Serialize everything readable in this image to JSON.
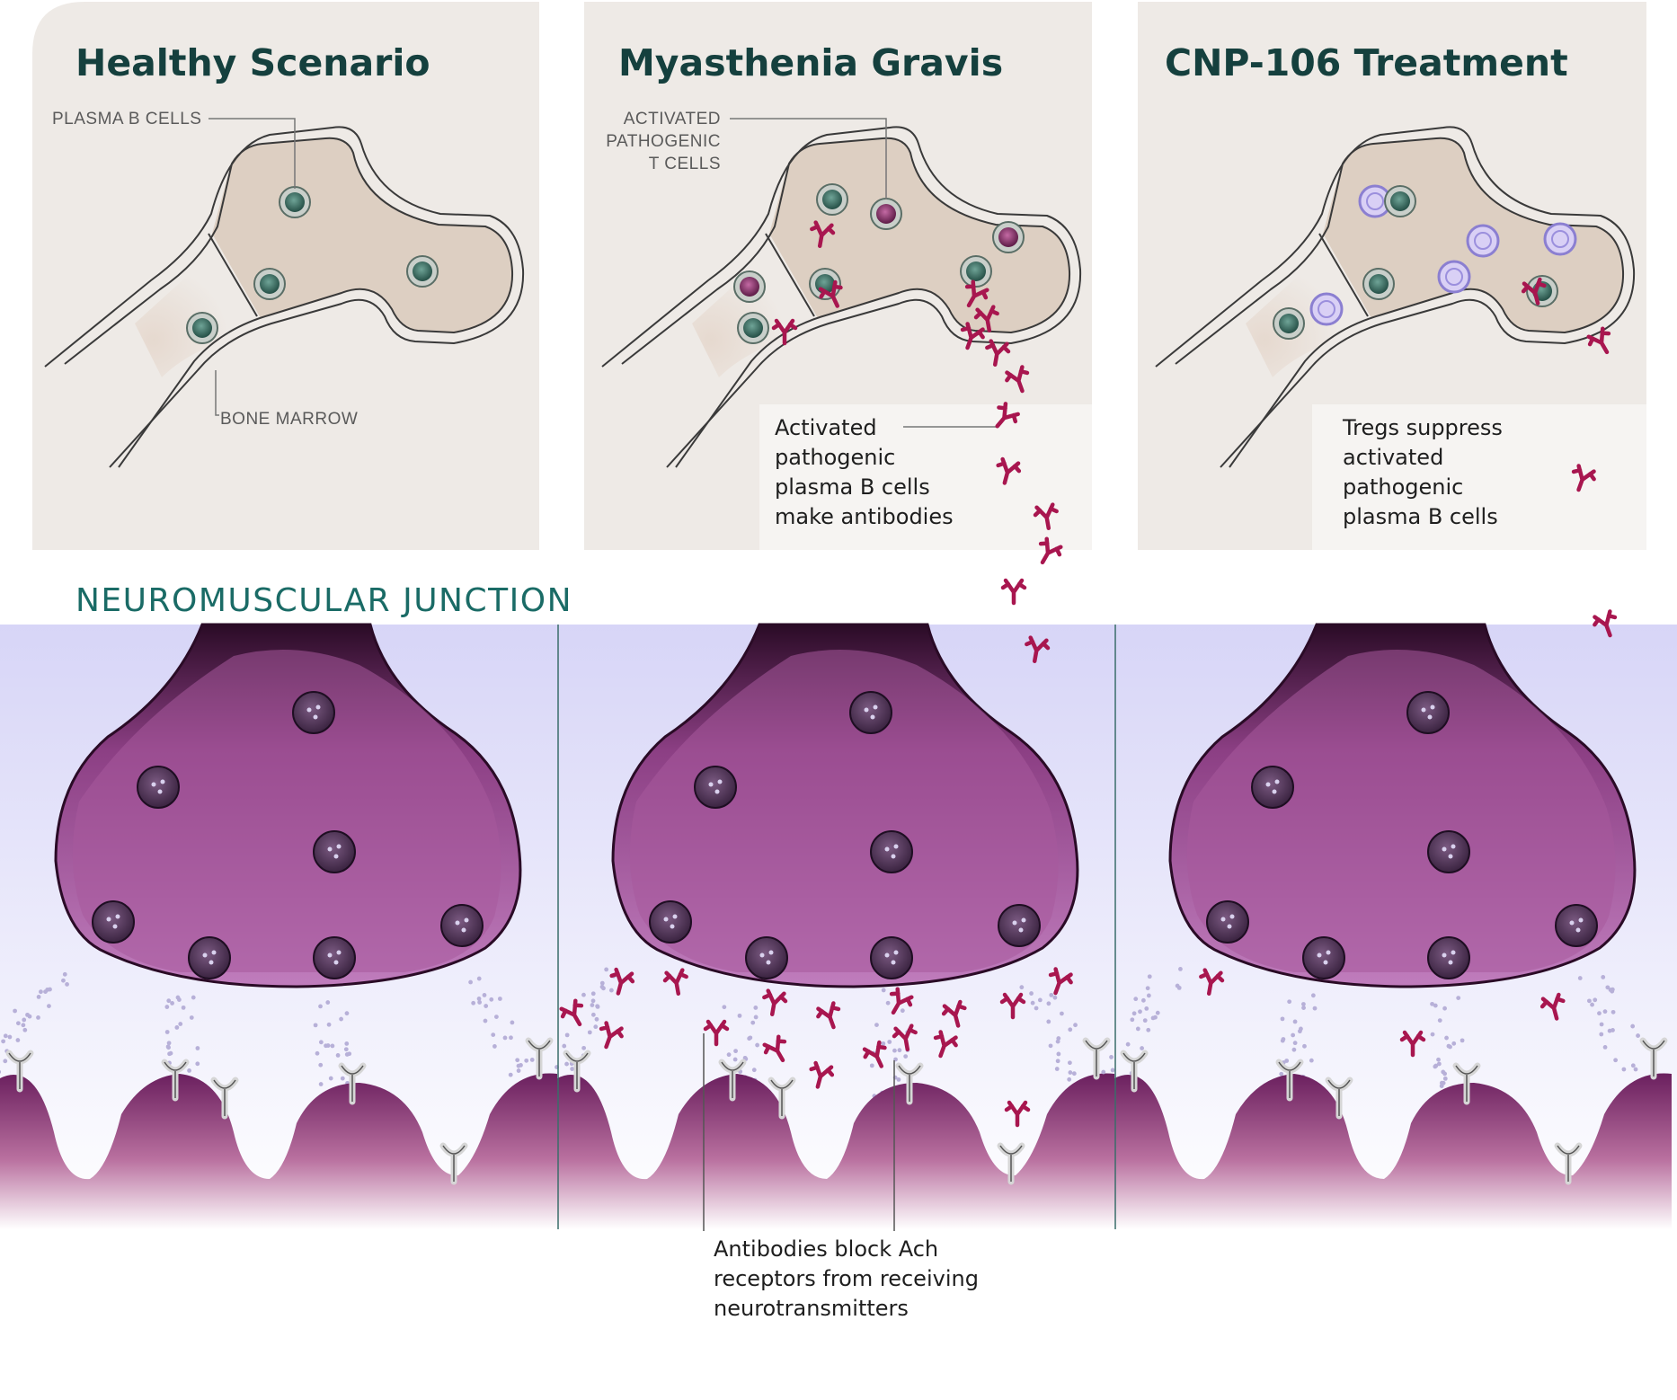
{
  "panels": [
    {
      "title": "Healthy Scenario"
    },
    {
      "title": "Myasthenia Gravis"
    },
    {
      "title": "CNP-106 Treatment"
    }
  ],
  "labels": {
    "plasma_b_cells": "PLASMA B CELLS",
    "bone_marrow": "BONE MARROW",
    "activated_t_cells": [
      "ACTIVATED",
      "PATHOGENIC",
      "T CELLS"
    ]
  },
  "callouts": {
    "antibodies_made": [
      "Activated",
      "pathogenic",
      "plasma B cells",
      "make antibodies"
    ],
    "tregs_suppress": [
      "Tregs suppress",
      "activated",
      "pathogenic",
      "plasma B cells"
    ],
    "antibodies_block": [
      "Antibodies block Ach",
      "receptors from receiving",
      "neurotransmitters"
    ]
  },
  "section": {
    "title": "NEUROMUSCULAR JUNCTION"
  },
  "colors": {
    "panel_bg": "#eeeae6",
    "marrow_fill": "#ddcfc2",
    "plasma_b_cell": "#3f7a6e",
    "pathogenic_cell": "#9b3a78",
    "treg_cell": "#b7a8e6",
    "antibody": "#a8164f",
    "neuron": "#8e3d84",
    "title_text": "#15403e",
    "section_text": "#1a6b66"
  }
}
